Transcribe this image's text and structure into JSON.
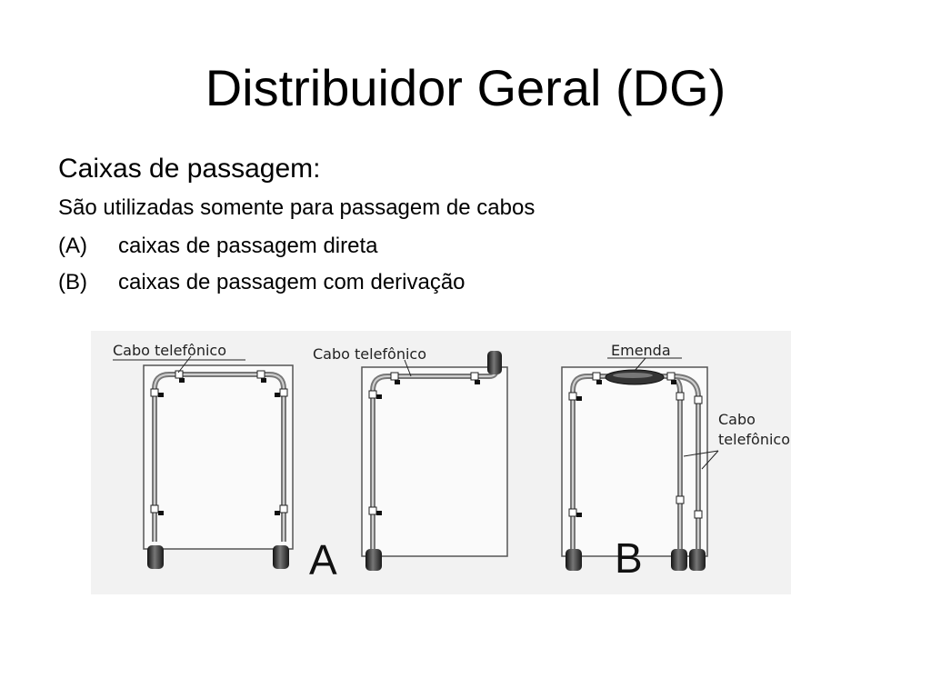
{
  "slide": {
    "title": "Distribuidor Geral (DG)",
    "heading": "Caixas de passagem:",
    "description": "São utilizadas somente para passagem de cabos",
    "items": [
      {
        "marker": "(A)",
        "text": "caixas de passagem direta"
      },
      {
        "marker": "(B)",
        "text": "caixas de passagem com derivação"
      }
    ]
  },
  "figure": {
    "label_cable_a": "Cabo telefônico",
    "label_cable_a2": "Cabo telefônico",
    "label_splice": "Emenda",
    "label_cable_b_line1": "Cabo",
    "label_cable_b_line2": "telefônico",
    "letter_a": "A",
    "letter_b": "B"
  }
}
